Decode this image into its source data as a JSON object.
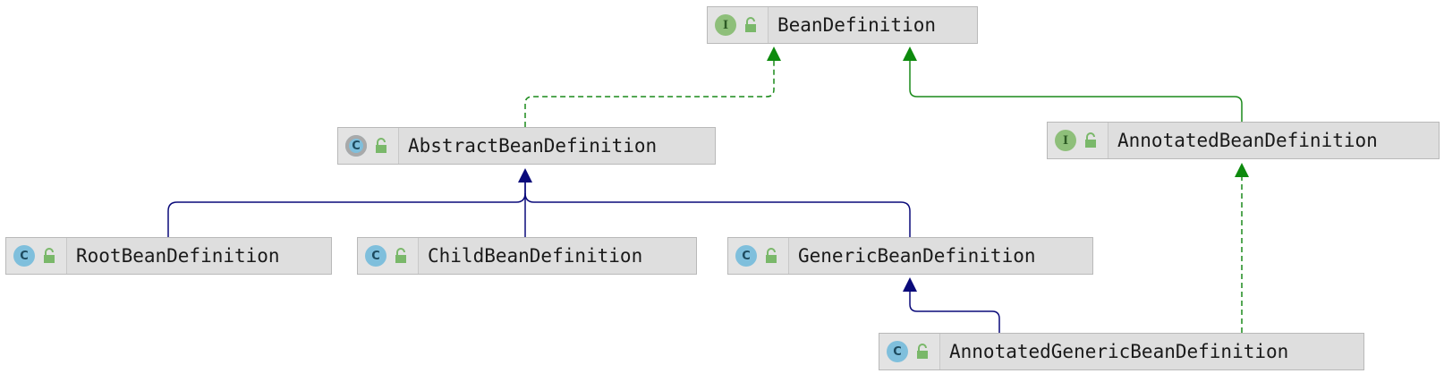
{
  "nodes": {
    "bean_definition": {
      "label": "BeanDefinition",
      "kind": "interface",
      "badge": "I"
    },
    "abstract_bean_definition": {
      "label": "AbstractBeanDefinition",
      "kind": "abstract-class",
      "badge": "C"
    },
    "annotated_bean_definition": {
      "label": "AnnotatedBeanDefinition",
      "kind": "interface",
      "badge": "I"
    },
    "root_bean_definition": {
      "label": "RootBeanDefinition",
      "kind": "class",
      "badge": "C"
    },
    "child_bean_definition": {
      "label": "ChildBeanDefinition",
      "kind": "class",
      "badge": "C"
    },
    "generic_bean_definition": {
      "label": "GenericBeanDefinition",
      "kind": "class",
      "badge": "C"
    },
    "annotated_generic_bean_definition": {
      "label": "AnnotatedGenericBeanDefinition",
      "kind": "class",
      "badge": "C"
    }
  },
  "edges": [
    {
      "from": "abstract_bean_definition",
      "to": "bean_definition",
      "type": "implements"
    },
    {
      "from": "annotated_bean_definition",
      "to": "bean_definition",
      "type": "extends-interface"
    },
    {
      "from": "root_bean_definition",
      "to": "abstract_bean_definition",
      "type": "extends"
    },
    {
      "from": "child_bean_definition",
      "to": "abstract_bean_definition",
      "type": "extends"
    },
    {
      "from": "generic_bean_definition",
      "to": "abstract_bean_definition",
      "type": "extends"
    },
    {
      "from": "annotated_generic_bean_definition",
      "to": "generic_bean_definition",
      "type": "extends"
    },
    {
      "from": "annotated_generic_bean_definition",
      "to": "annotated_bean_definition",
      "type": "implements"
    }
  ],
  "colors": {
    "implements": "#1a8a1a",
    "extends_interface": "#1a8a1a",
    "extends": "#0a0a7a",
    "node_fill": "#dedede",
    "node_border": "#b9b9b9",
    "interface_badge": "#8ebf7a",
    "class_badge": "#7fbfdc",
    "lock": "#7ab86a"
  },
  "icons": {
    "visibility": "public-lock-icon"
  }
}
